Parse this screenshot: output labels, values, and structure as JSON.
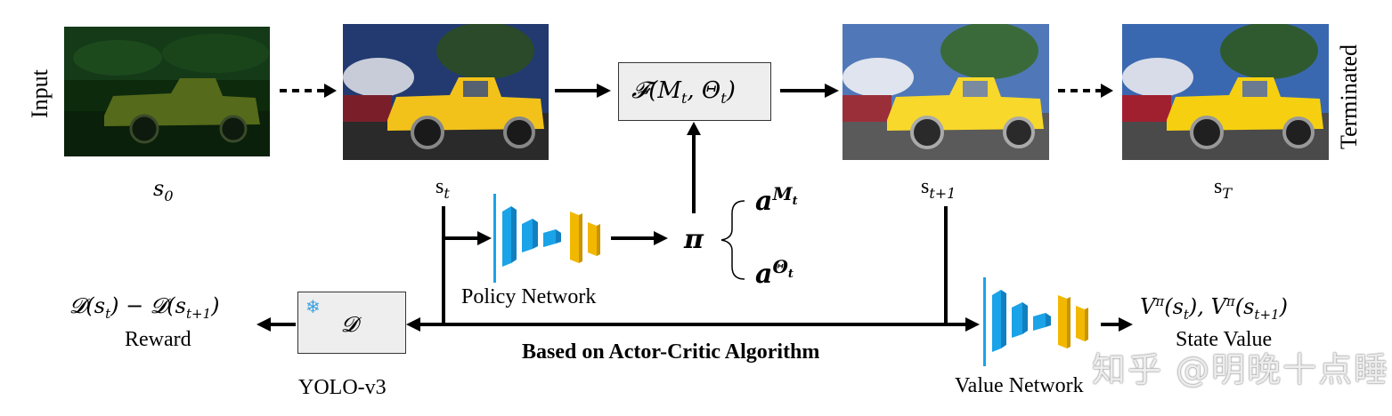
{
  "side_labels": {
    "input": "Input",
    "terminated": "Terminated"
  },
  "states": {
    "s0": "s",
    "s0_sub": "0",
    "st": "s",
    "st_sub": "t",
    "st1": "s",
    "st1_sub": "t+1",
    "sT": "s",
    "sT_sub": "T"
  },
  "transform_box": {
    "text": "𝓕(M",
    "sub1": "t",
    "mid": ", Θ",
    "sub2": "t",
    "end": ")"
  },
  "policy": {
    "label": "Policy Network",
    "pi": "π",
    "a_m": "a",
    "a_m_sup": "M",
    "a_m_sup_sub": "t",
    "a_theta": "a",
    "a_theta_sup": "Θ",
    "a_theta_sup_sub": "t"
  },
  "reward": {
    "formula_left": "𝓓(s",
    "formula_left_sub": "t",
    "formula_mid": ") − 𝓓(s",
    "formula_mid_sub": "t+1",
    "formula_end": ")",
    "label": "Reward"
  },
  "detector": {
    "symbol": "𝓓",
    "label": "YOLO-v3",
    "freeze_icon": "❄"
  },
  "algorithm_label": "Based on Actor-Critic Algorithm",
  "value": {
    "label": "Value Network",
    "formula": "V",
    "formula_sup": "π",
    "formula_a": "(s",
    "formula_a_sub": "t",
    "formula_b": "), V",
    "formula_b_sup": "π",
    "formula_c": "(s",
    "formula_c_sub": "t+1",
    "formula_d": ")",
    "state_label": "State Value"
  },
  "watermark": "知乎 @明晚十点睡",
  "colors": {
    "blue_block": "#1aa3e8",
    "yellow_block": "#f2b800",
    "box_fill": "#eeeeee"
  }
}
